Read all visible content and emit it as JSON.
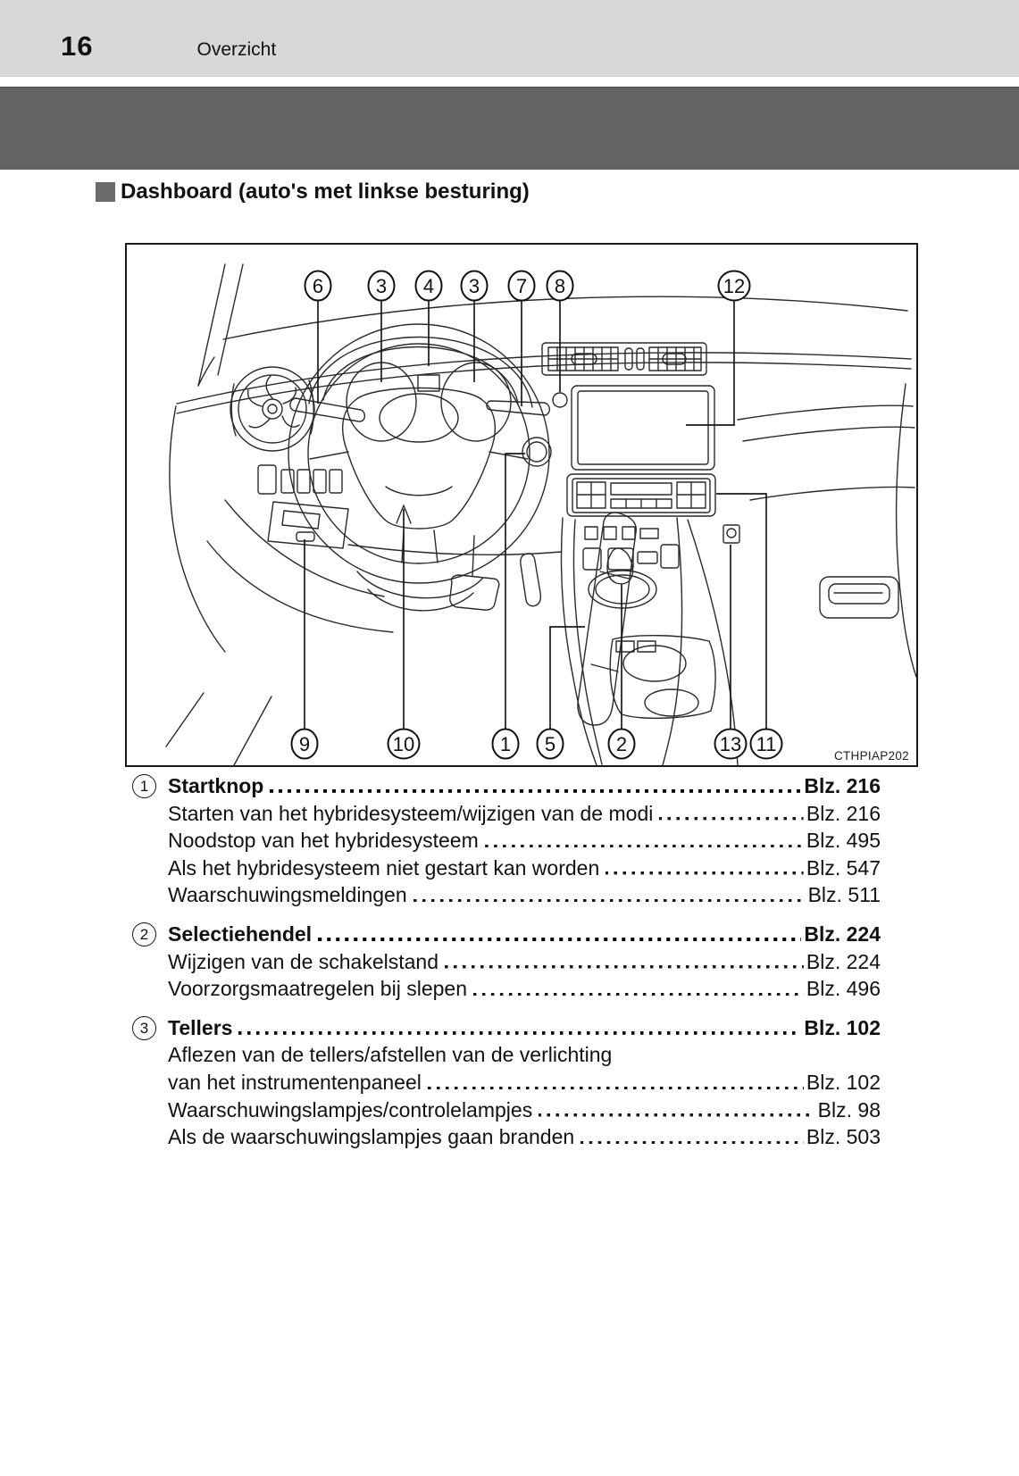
{
  "page": {
    "number": "16",
    "chapter": "Overzicht"
  },
  "section": {
    "title": "Dashboard (auto's met linkse besturing)"
  },
  "colors": {
    "header_bg": "#d8d8d8",
    "banner_bg": "#636363",
    "section_marker": "#6b6b6b",
    "line_art": "#2a2a2a"
  },
  "figure": {
    "code": "CTHPIAP202",
    "top_callouts": [
      "6",
      "3",
      "4",
      "3",
      "7",
      "8",
      "12"
    ],
    "bottom_callouts": [
      "9",
      "10",
      "1",
      "5",
      "2",
      "13",
      "11"
    ]
  },
  "toc": {
    "items": [
      {
        "number": "1",
        "title": "Startknop",
        "page": "Blz. 216",
        "subs": [
          {
            "lines": [
              "Starten van het hybridesysteem/wijzigen van de modi"
            ],
            "page": "Blz. 216"
          },
          {
            "lines": [
              "Noodstop van het hybridesysteem"
            ],
            "page": "Blz. 495"
          },
          {
            "lines": [
              "Als het hybridesysteem niet gestart kan worden"
            ],
            "page": "Blz. 547"
          },
          {
            "lines": [
              "Waarschuwingsmeldingen"
            ],
            "page": "Blz. 511"
          }
        ]
      },
      {
        "number": "2",
        "title": "Selectiehendel",
        "page": "Blz. 224",
        "subs": [
          {
            "lines": [
              "Wijzigen van de schakelstand"
            ],
            "page": "Blz. 224"
          },
          {
            "lines": [
              "Voorzorgsmaatregelen bij slepen"
            ],
            "page": "Blz. 496"
          }
        ]
      },
      {
        "number": "3",
        "title": "Tellers",
        "page": "Blz. 102",
        "subs": [
          {
            "lines": [
              "Aflezen van de tellers/afstellen van de verlichting",
              "van het instrumentenpaneel"
            ],
            "page": "Blz. 102"
          },
          {
            "lines": [
              "Waarschuwingslampjes/controlelampjes"
            ],
            "page": "Blz. 98"
          },
          {
            "lines": [
              "Als de waarschuwingslampjes gaan branden"
            ],
            "page": "Blz. 503"
          }
        ]
      }
    ]
  }
}
